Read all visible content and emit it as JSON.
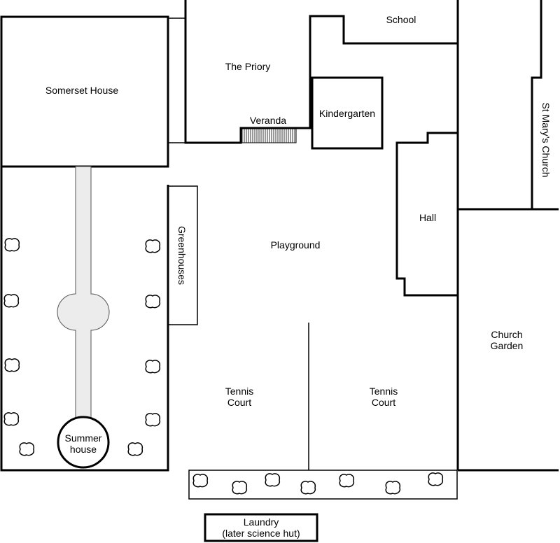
{
  "map": {
    "title": "School grounds plan",
    "labels": {
      "somerset_house": "Somerset House",
      "the_priory": "The Priory",
      "school": "School",
      "veranda": "Veranda",
      "kindergarten": "Kindergarten",
      "st_marys_church": "St Mary’s Church",
      "greenhouses": "Greenhouses",
      "playground": "Playground",
      "hall": "Hall",
      "church_garden_line1": "Church",
      "church_garden_line2": "Garden",
      "tennis_court_left_line1": "Tennis",
      "tennis_court_left_line2": "Court",
      "tennis_court_right_line1": "Tennis",
      "tennis_court_right_line2": "Court",
      "summer_house_line1": "Summer",
      "summer_house_line2": "house",
      "laundry_line1": "Laundry",
      "laundry_line2": "(later science hut)"
    },
    "symbols": {
      "tree": "tree-icon",
      "veranda_hatch": "hatched-veranda"
    },
    "counts": {
      "garden_trees": 10,
      "border_trees": 7
    }
  }
}
